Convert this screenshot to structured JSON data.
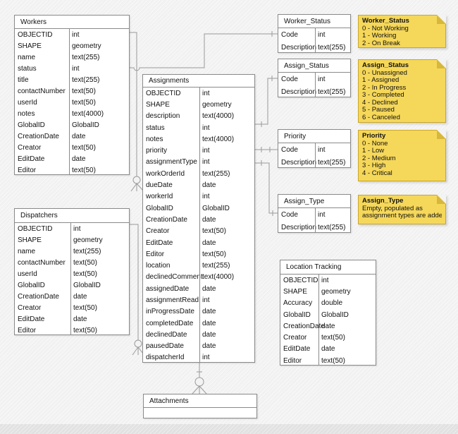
{
  "diagram": {
    "tables": [
      {
        "id": "workers",
        "title": "Workers",
        "fields": [
          [
            "OBJECTID",
            "int"
          ],
          [
            "SHAPE",
            "geometry"
          ],
          [
            "name",
            "text(255)"
          ],
          [
            "status",
            "int"
          ],
          [
            "title",
            "text(255)"
          ],
          [
            "contactNumber",
            "text(50)"
          ],
          [
            "userId",
            "text(50)"
          ],
          [
            "notes",
            "text(4000)"
          ],
          [
            "GlobalID",
            "GlobalID"
          ],
          [
            "CreationDate",
            "date"
          ],
          [
            "Creator",
            "text(50)"
          ],
          [
            "EditDate",
            "date"
          ],
          [
            "Editor",
            "text(50)"
          ]
        ]
      },
      {
        "id": "dispatchers",
        "title": "Dispatchers",
        "fields": [
          [
            "OBJECTID",
            "int"
          ],
          [
            "SHAPE",
            "geometry"
          ],
          [
            "name",
            "text(255)"
          ],
          [
            "contactNumber",
            "text(50)"
          ],
          [
            "userId",
            "text(50)"
          ],
          [
            "GlobalID",
            "GlobalID"
          ],
          [
            "CreationDate",
            "date"
          ],
          [
            "Creator",
            "text(50)"
          ],
          [
            "EditDate",
            "date"
          ],
          [
            "Editor",
            "text(50)"
          ]
        ]
      },
      {
        "id": "assignments",
        "title": "Assignments",
        "fields": [
          [
            "OBJECTID",
            "int"
          ],
          [
            "SHAPE",
            "geometry"
          ],
          [
            "description",
            "text(4000)"
          ],
          [
            "status",
            "int"
          ],
          [
            "notes",
            "text(4000)"
          ],
          [
            "priority",
            "int"
          ],
          [
            "assignmentType",
            "int"
          ],
          [
            "workOrderId",
            "text(255)"
          ],
          [
            "dueDate",
            "date"
          ],
          [
            "workerId",
            "int"
          ],
          [
            "GlobalID",
            "GlobalID"
          ],
          [
            "CreationDate",
            "date"
          ],
          [
            "Creator",
            "text(50)"
          ],
          [
            "EditDate",
            "date"
          ],
          [
            "Editor",
            "text(50)"
          ],
          [
            "location",
            "text(255)"
          ],
          [
            "declinedComment",
            "text(4000)"
          ],
          [
            "assignedDate",
            "date"
          ],
          [
            "assignmentRead",
            "int"
          ],
          [
            "inProgressDate",
            "date"
          ],
          [
            "completedDate",
            "date"
          ],
          [
            "declinedDate",
            "date"
          ],
          [
            "pausedDate",
            "date"
          ],
          [
            "dispatcherId",
            "int"
          ]
        ]
      },
      {
        "id": "worker_status",
        "title": "Worker_Status",
        "fields": [
          [
            "Code",
            "int"
          ],
          [
            "Description",
            "text(255)"
          ]
        ]
      },
      {
        "id": "assign_status",
        "title": "Assign_Status",
        "fields": [
          [
            "Code",
            "int"
          ],
          [
            "Description",
            "text(255)"
          ]
        ]
      },
      {
        "id": "priority",
        "title": "Priority",
        "fields": [
          [
            "Code",
            "int"
          ],
          [
            "Description",
            "text(255)"
          ]
        ]
      },
      {
        "id": "assign_type",
        "title": "Assign_Type",
        "fields": [
          [
            "Code",
            "int"
          ],
          [
            "Description",
            "text(255)"
          ]
        ]
      },
      {
        "id": "location_tracking",
        "title": "Location Tracking",
        "fields": [
          [
            "OBJECTID",
            "int"
          ],
          [
            "SHAPE",
            "geometry"
          ],
          [
            "Accuracy",
            "double"
          ],
          [
            "GlobalID",
            "GlobalID"
          ],
          [
            "CreationDate",
            "date"
          ],
          [
            "Creator",
            "text(50)"
          ],
          [
            "EditDate",
            "date"
          ],
          [
            "Editor",
            "text(50)"
          ]
        ]
      },
      {
        "id": "attachments",
        "title": "Attachments",
        "fields": [
          [
            "",
            ""
          ]
        ]
      }
    ],
    "notes": [
      {
        "id": "note-worker-status",
        "title": "Worker_Status",
        "lines": [
          "0 - Not Working",
          "1 - Working",
          "2 - On Break"
        ]
      },
      {
        "id": "note-assign-status",
        "title": "Assign_Status",
        "lines": [
          "0 - Unassigned",
          "1 - Assigned",
          "2 - In Progress",
          "3 - Completed",
          "4 - Declined",
          "5 - Paused",
          "6 - Canceled"
        ]
      },
      {
        "id": "note-priority",
        "title": "Priority",
        "lines": [
          "0 - None",
          "1 - Low",
          "2 - Medium",
          "3 - High",
          "4 - Critical"
        ]
      },
      {
        "id": "note-assign-type",
        "title": "Assign_Type",
        "lines": [
          "Empty, populated as",
          "assignment types are added"
        ]
      }
    ],
    "connectors": [
      {
        "id": "workers-worker-status",
        "from": "Workers.status",
        "to": "Worker_Status.Code"
      },
      {
        "id": "workers-assignments",
        "from": "Workers.OBJECTID",
        "to": "Assignments.workerId"
      },
      {
        "id": "dispatchers-assignments",
        "from": "Dispatchers.OBJECTID",
        "to": "Assignments.dispatcherId"
      },
      {
        "id": "assignments-assign-status",
        "from": "Assignments.status",
        "to": "Assign_Status.Code"
      },
      {
        "id": "assignments-priority",
        "from": "Assignments.priority",
        "to": "Priority.Code"
      },
      {
        "id": "assignments-assign-type",
        "from": "Assignments.assignmentType",
        "to": "Assign_Type.Code"
      },
      {
        "id": "assignments-attachments",
        "from": "Assignments",
        "to": "Attachments"
      }
    ],
    "colors": {
      "table_fill": "#ffffff",
      "table_border": "#8a8a8a",
      "connector_line": "#9a9a9a",
      "note_fill": "#f5d75a",
      "note_border": "#c9a72f",
      "note_fold": "#d8b83c",
      "background": "#f3f3f3",
      "bottom_strip": "#e3e3e3"
    }
  }
}
